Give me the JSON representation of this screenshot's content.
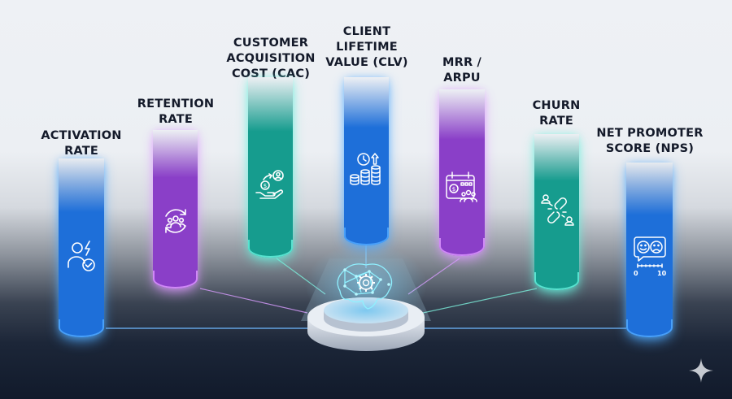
{
  "diagram": {
    "type": "hub-and-pillars",
    "center": {
      "name": "ai-brain-hub",
      "icon": "brain-gear-icon"
    },
    "metrics": [
      {
        "id": "activation",
        "lines": [
          "ACTIVATION",
          "RATE"
        ],
        "icon": "user-lightning-check-icon",
        "color": "#1e6fd9"
      },
      {
        "id": "retention",
        "lines": [
          "RETENTION",
          "RATE"
        ],
        "icon": "people-cycle-icon",
        "color": "#8a3fc8"
      },
      {
        "id": "cac",
        "lines": [
          "CUSTOMER",
          "ACQUISITION",
          "COST (CAC)"
        ],
        "icon": "hand-coin-user-icon",
        "color": "#169c8e"
      },
      {
        "id": "clv",
        "lines": [
          "CLIENT",
          "LIFETIME",
          "VALUE (CLV)"
        ],
        "icon": "coins-clock-arrow-icon",
        "color": "#1e6fd9"
      },
      {
        "id": "mrr",
        "lines": [
          "MRR /",
          "ARPU"
        ],
        "icon": "calendar-dollar-users-icon",
        "color": "#8a3fc8"
      },
      {
        "id": "churn",
        "lines": [
          "CHURN",
          "RATE"
        ],
        "icon": "broken-chain-users-icon",
        "color": "#169c8e"
      },
      {
        "id": "nps",
        "lines": [
          "NET PROMOTER",
          "SCORE (NPS)"
        ],
        "icon": "smiley-frown-scale-icon",
        "color": "#1e6fd9",
        "scale": {
          "min": "0",
          "max": "10"
        }
      }
    ]
  },
  "watermark": {
    "icon": "sparkle-icon"
  }
}
